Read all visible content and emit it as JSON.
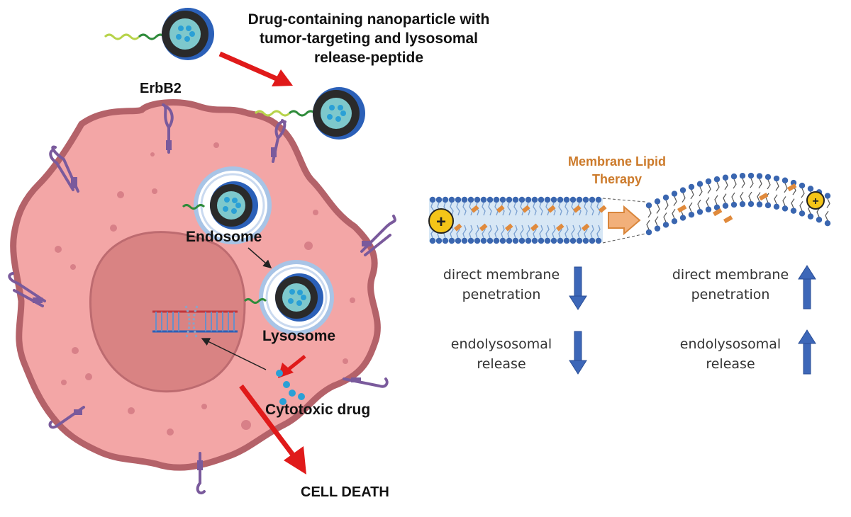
{
  "title": "Drug-containing nanoparticle with tumor-targeting and lysosomal release-peptide",
  "labels": {
    "erbb2": "ErbB2",
    "endosome": "Endosome",
    "lysosome": "Lysosome",
    "cytotoxic_drug": "Cytotoxic drug",
    "cell_death": "CELL DEATH",
    "membrane_lipid_therapy": "Membrane Lipid Therapy"
  },
  "comparison": [
    {
      "label": "direct membrane penetration",
      "before": "down",
      "after": "up"
    },
    {
      "label": "endolysosomal release",
      "before": "down",
      "after": "up"
    }
  ],
  "colors": {
    "cell": "#f3a6a6",
    "cell_outline": "#b46269",
    "nucleus": "#d98383",
    "receptor": "#7a5a9c",
    "nanoparticle_core": "#7ec8cc",
    "nanoparticle_shell": "#2a2a2a",
    "nanoparticle_rim": "#2b60b8",
    "drug": "#2aa0d6",
    "arrow_red": "#e01a1a",
    "arrow_blue": "#3d67b8",
    "lipid_head": "#3a66b0",
    "lipid_tail": "#e08a3c",
    "mlt_text": "#cc7a2a"
  },
  "icons": [
    "nanoparticle-icon",
    "peptide-icon",
    "receptor-icon",
    "dna-icon",
    "plus-charge-icon",
    "membrane-icon",
    "arrow-icon"
  ]
}
